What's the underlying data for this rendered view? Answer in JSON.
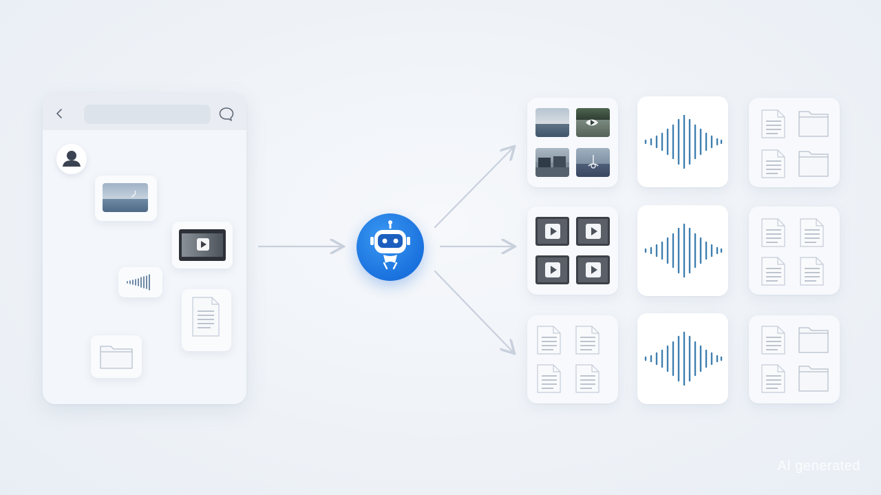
{
  "phone": {
    "search_placeholder": "",
    "messages": [
      "image",
      "video",
      "audio",
      "document",
      "folder"
    ]
  },
  "hub": {
    "icon": "robot-icon"
  },
  "outputs": {
    "rows": [
      {
        "media": "image-grid",
        "audio": "audio-wave",
        "files": "doc-folder-grid"
      },
      {
        "media": "video-grid",
        "audio": "audio-wave",
        "files": "doc-grid"
      },
      {
        "media": "doc-grid",
        "audio": "audio-wave",
        "files": "doc-folder-grid"
      }
    ]
  },
  "colors": {
    "accent": "#1a72de",
    "wave": "#3f7fb0",
    "doc_line": "#a9b2bf",
    "arrow": "#c8d0dc"
  },
  "watermark": "AI generated"
}
